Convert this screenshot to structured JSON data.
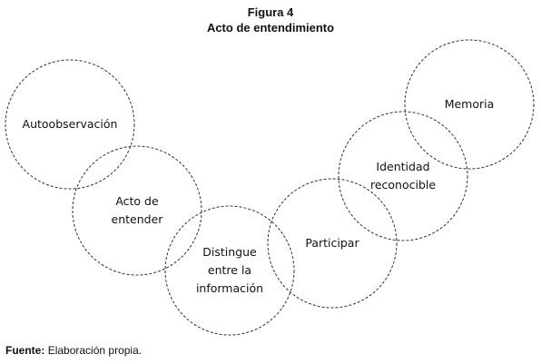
{
  "figure": {
    "label": "Figura 4",
    "title": "Acto de entendimiento"
  },
  "stroke_color": "#333333",
  "nodes": [
    {
      "id": "autoobservacion",
      "lines": [
        "Autoobservación"
      ]
    },
    {
      "id": "acto-de-entender",
      "lines": [
        "Acto de",
        "entender"
      ]
    },
    {
      "id": "distingue-informacion",
      "lines": [
        "Distingue",
        "entre la",
        "información"
      ]
    },
    {
      "id": "participar",
      "lines": [
        "Participar"
      ]
    },
    {
      "id": "identidad-reconocible",
      "lines": [
        "Identidad",
        "reconocible"
      ]
    },
    {
      "id": "memoria",
      "lines": [
        "Memoria"
      ]
    }
  ],
  "source": {
    "label": "Fuente:",
    "text": "Elaboración propia."
  }
}
